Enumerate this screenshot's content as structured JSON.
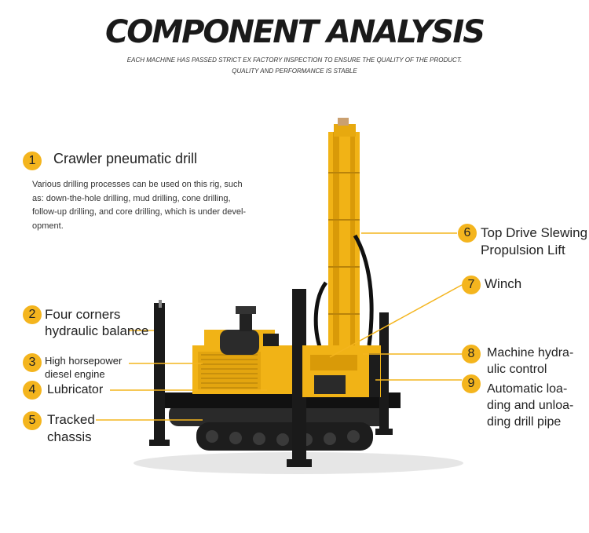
{
  "header": {
    "title": "COMPONENT ANALYSIS",
    "subtitle_line1": "EACH MACHINE HAS PASSED STRICT EX FACTORY INSPECTION TO ENSURE THE QUALITY OF THE PRODUCT.",
    "subtitle_line2": "QUALITY AND PERFORMANCE IS STABLE"
  },
  "colors": {
    "accent": "#f4b51e",
    "machine_yellow": "#f1b316",
    "dark": "#1c1c1c"
  },
  "components": [
    {
      "number": "1",
      "lines": [
        "Crawler pneumatic drill"
      ],
      "description": [
        "Various drilling processes can be used on this rig, such",
        "as: down-the-hole drilling, mud drilling, cone drilling,",
        "follow-up drilling, and core drilling, which is under devel-",
        "opment."
      ]
    },
    {
      "number": "2",
      "lines": [
        "Four corners",
        "hydraulic balance"
      ]
    },
    {
      "number": "3",
      "lines": [
        "High horsepower",
        "diesel engine"
      ]
    },
    {
      "number": "4",
      "lines": [
        "Lubricator"
      ]
    },
    {
      "number": "5",
      "lines": [
        "Tracked",
        "chassis"
      ]
    },
    {
      "number": "6",
      "lines": [
        "Top Drive Slewing",
        "Propulsion Lift"
      ]
    },
    {
      "number": "7",
      "lines": [
        "Winch"
      ]
    },
    {
      "number": "8",
      "lines": [
        "Machine hydra-",
        "ulic control"
      ]
    },
    {
      "number": "9",
      "lines": [
        "Automatic loa-",
        "ding and unloa-",
        "ding drill pipe"
      ]
    }
  ]
}
